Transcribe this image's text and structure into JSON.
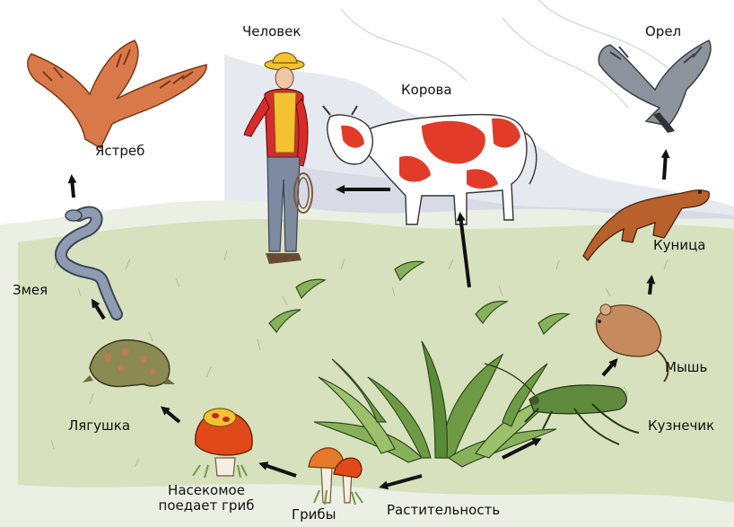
{
  "labels": {
    "chelovek": "Человек",
    "korova": "Корова",
    "orel": "Орел",
    "yastreb": "Ястреб",
    "zmeya": "Змея",
    "kunitsa": "Куница",
    "mysh": "Мышь",
    "lyagushka": "Лягушка",
    "kuznechik": "Кузнечик",
    "nasekomoe_line1": "Насекомое",
    "nasekomoe_line2": "поедает гриб",
    "griby": "Грибы",
    "rastitelnost": "Растительность"
  },
  "colors": {
    "sky": "#dfe3ec",
    "grass": "#c9d7a6",
    "ground": "#e6e9df",
    "arrow": "#111111",
    "hawk": "#d9794a",
    "cow_spot": "#e23b2a",
    "shirt": "#d92b2b",
    "vest": "#f2c230",
    "eagle": "#8d939c",
    "marten": "#b8612c",
    "mouse": "#c58b5f",
    "frog": "#8a8a52",
    "snake": "#8e9bb1",
    "grasshopper": "#5f8a3c",
    "mushroom": "#e04a1b",
    "plant": "#6f9a45"
  },
  "icons": [
    "hawk-illustration",
    "eagle-illustration",
    "man-illustration",
    "cow-illustration",
    "snake-illustration",
    "frog-illustration",
    "mushroom-insect-illustration",
    "mushrooms-illustration",
    "plants-illustration",
    "grasshopper-illustration",
    "mouse-illustration",
    "marten-illustration",
    "arrow-icon"
  ]
}
